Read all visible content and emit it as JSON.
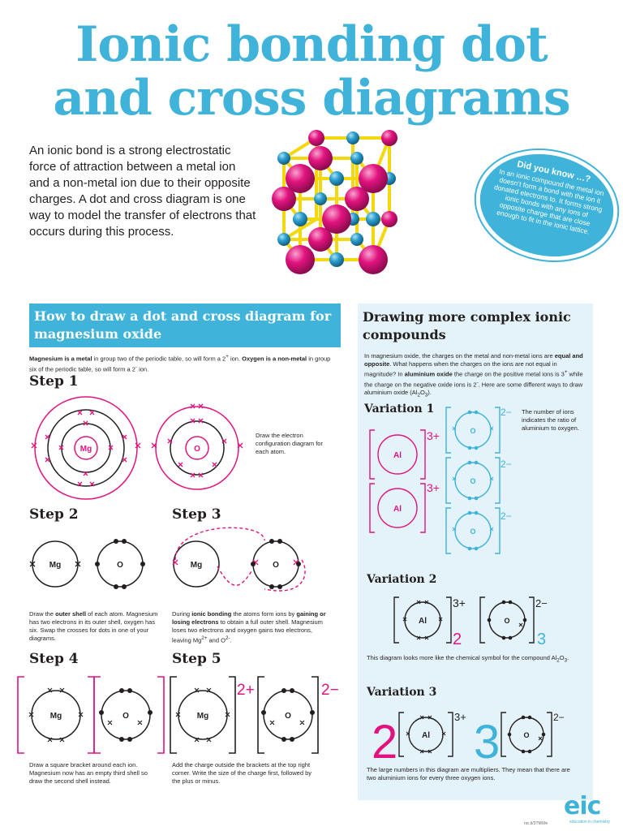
{
  "title": {
    "line1": "Ionic bonding dot",
    "line2": "and cross diagrams"
  },
  "intro": "An ionic bond is a strong electrostatic force of attraction between a metal ion and a non-metal ion due to their opposite charges. A dot and cross diagram is one way to model the transfer of electrons that occurs during this process.",
  "did_you_know": {
    "title": "Did you know …?",
    "text": "In an ionic compound the metal ion doesn’t form a bond with the ion it donated electrons to. It forms strong ionic bonds with any ions of opposite charge that are close enough to fit in the ionic lattice."
  },
  "left_section": {
    "heading": "How to draw a dot and cross diagram for magnesium oxide",
    "intro": {
      "b1": "Magnesium is a metal",
      "t1": " in group two of the periodic table, so will form a 2",
      "sup1": "+",
      "t2": " ion. ",
      "b2": "Oxygen is a non-metal",
      "t3": " in group six of the periodic table, so will form a 2",
      "sup2": "-",
      "t4": " ion."
    },
    "step1": {
      "label": "Step 1",
      "caption": "Draw the electron configuration diagram for each atom."
    },
    "step2": {
      "label": "Step 2",
      "p1": "Draw the ",
      "b1": "outer shell",
      "p2": " of each atom. Magnesium has two electrons in its outer shell, oxygen has six. Swap the crosses for dots in one of your diagrams."
    },
    "step3": {
      "label": "Step 3",
      "p1": "During ",
      "b1": "ionic bonding",
      "p2": " the atoms form ions by ",
      "b2": "gaining or losing electrons",
      "p3": " to obtain a full outer shell. Magnesium loses two electrons and oxygen gains two electrons, leaving Mg",
      "sup1": "2+",
      "p4": " and O",
      "sup2": "2-",
      "p5": "."
    },
    "step4": {
      "label": "Step 4",
      "caption": "Draw a square bracket around each ion. Magnesium now has an empty third shell so draw the second shell instead."
    },
    "step5": {
      "label": "Step 5",
      "caption": "Add the charge outside the brackets at the top right corner. Write the size of the charge first, followed by the plus or minus."
    }
  },
  "right_section": {
    "heading": "Drawing more complex ionic compounds",
    "intro": {
      "p1": "In magnesium oxide, the charges on the metal and non-metal ions are ",
      "b1": "equal and opposite",
      "p2": ". What happens when the charges on the ions are not equal in magnitude? In ",
      "b2": "aluminium oxide",
      "p3": " the charge on the positive metal ions is 3",
      "sup1": "+",
      "p4": " while the charge on the negative oxide ions is 2",
      "sup2": "-",
      "p5": ". Here are some different ways to draw aluminium oxide (Al",
      "sub1": "2",
      "p6": "O",
      "sub2": "3",
      "p7": ")."
    },
    "variation1": {
      "label": "Variation 1",
      "caption": "The number of ions indicates the ratio of aluminium to oxygen."
    },
    "variation2": {
      "label": "Variation 2",
      "p1": "This diagram looks more like the chemical symbol for the compound Al",
      "sub1": "2",
      "p2": "O",
      "sub2": "3",
      "p3": "."
    },
    "variation3": {
      "label": "Variation 3",
      "caption": "The large numbers in this diagram are multipliers. They mean that there are two aluminium ions for every three oxygen ions."
    }
  },
  "symbols": {
    "mg": "Mg",
    "o": "O",
    "al": "Al",
    "charge_mg": "2+",
    "charge_o": "2−",
    "charge_al": "3+",
    "mult_al": "2",
    "mult_o": "3"
  },
  "footer": {
    "brand": "eic",
    "brand_sub": "education in chemistry",
    "ref": "rsc.li/3TMXfe"
  },
  "colors": {
    "accent": "#3fb3d9",
    "pink": "#e2137f",
    "panel": "#e3f3f9",
    "text": "#231f20",
    "yellow": "#f4d80e"
  }
}
